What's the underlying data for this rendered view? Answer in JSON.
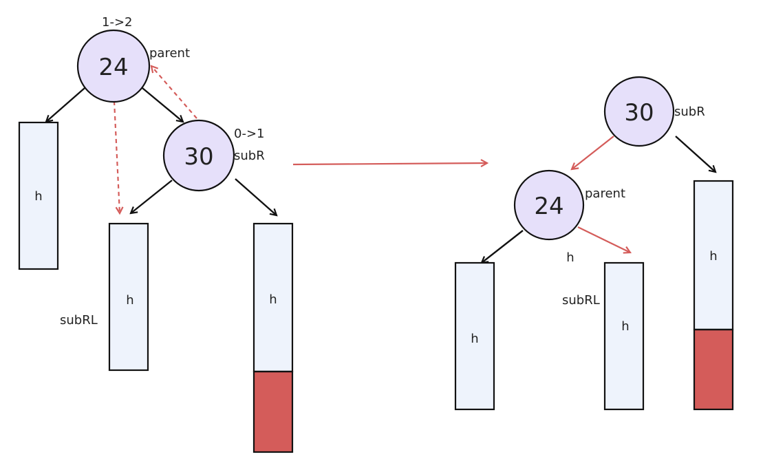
{
  "colors": {
    "node_fill": "#e6e0fa",
    "box_fill": "#eef3fc",
    "growth_fill": "#d45c5a",
    "red_arrow": "#d45c5a",
    "black": "#111111"
  },
  "before": {
    "parent_node": {
      "value": "24",
      "label": "parent",
      "balance": "1->2"
    },
    "subR_node": {
      "value": "30",
      "label": "subR",
      "balance": "0->1"
    },
    "left_subtree": {
      "text": "h"
    },
    "subRL_subtree": {
      "text": "h",
      "label": "subRL"
    },
    "right_subtree": {
      "text": "h"
    }
  },
  "after": {
    "subR_node": {
      "value": "30",
      "label": "subR"
    },
    "parent_node": {
      "value": "24",
      "label": "parent"
    },
    "left_subtree": {
      "text": "h"
    },
    "subRL_subtree": {
      "text": "h",
      "label": "subRL",
      "h_label": "h"
    },
    "right_subtree": {
      "text": "h"
    }
  }
}
